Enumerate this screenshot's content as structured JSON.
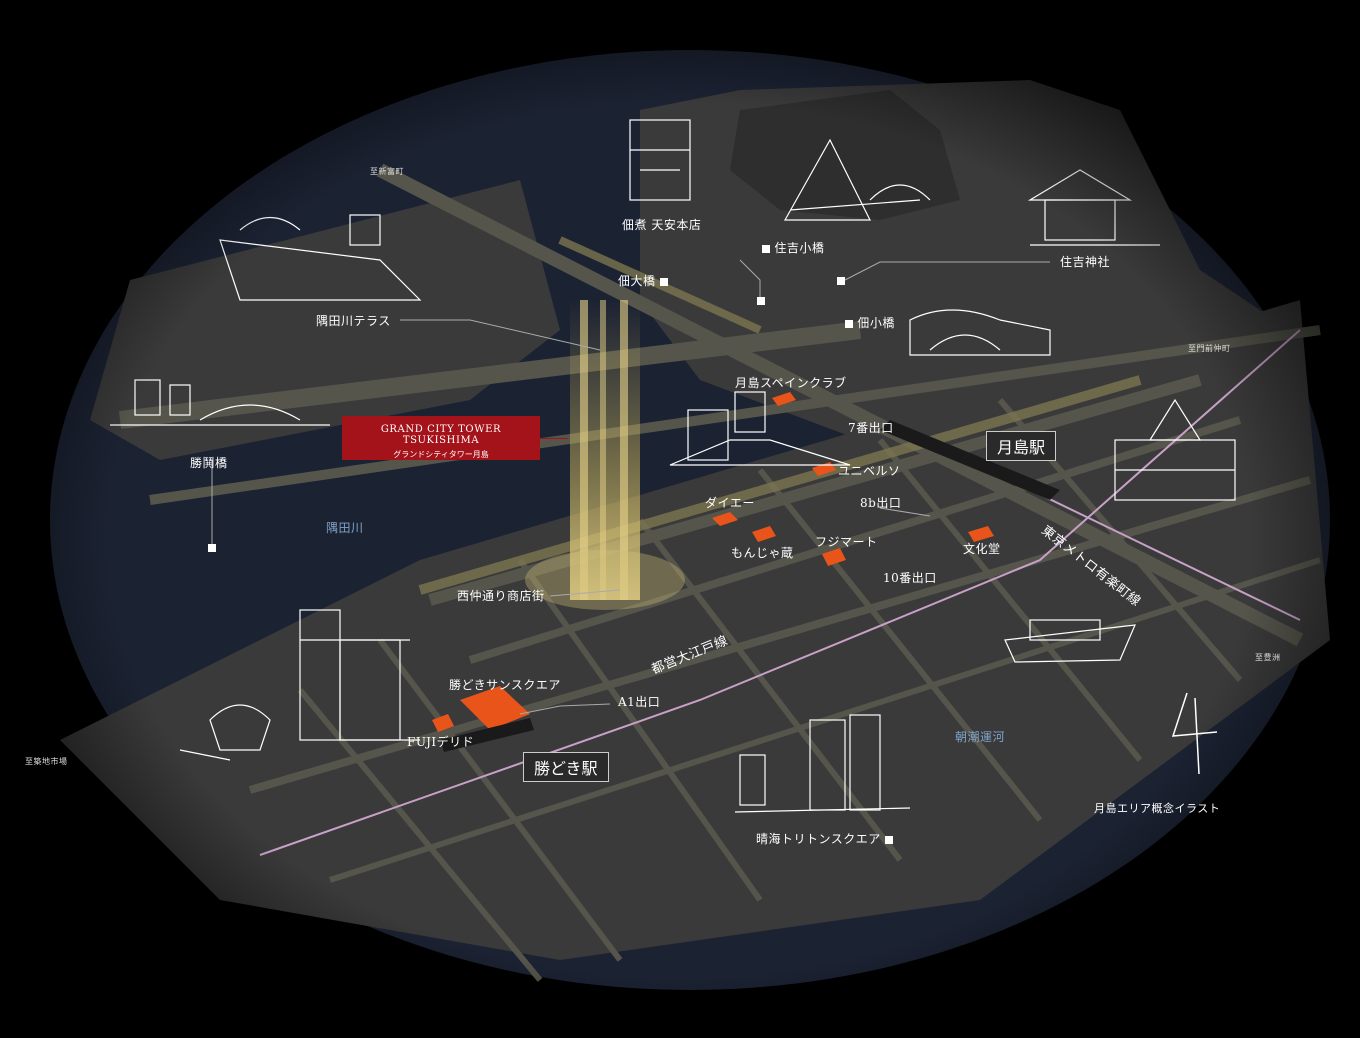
{
  "map": {
    "title_note": "月島エリア概念イラスト",
    "colors": {
      "background": "#000000",
      "land": "#3a3a3a",
      "water": "#1b2232",
      "road": "#5a5a52",
      "highlight": "#8a8458",
      "shop": "#e8541a",
      "banner": "#a4121a",
      "subway_line": "#c8a0c8"
    },
    "banner": {
      "title": "GRAND CITY TOWER TSUKISHIMA",
      "subtitle": "グランドシティタワー月島"
    },
    "stations": {
      "tsukishima": "月島駅",
      "kachidoki": "勝どき駅"
    },
    "directions": {
      "shintomicho": "至新富町",
      "monzen": "至門前仲町",
      "toyosu": "至豊洲",
      "tsukiji": "至築地市場"
    },
    "water": {
      "sumida": "隅田川",
      "asashio": "朝潮運河"
    },
    "lines": {
      "oedo": "都営大江戸線",
      "yurakucho": "東京メトロ有楽町線"
    },
    "landmarks": {
      "tenyasu": "佃煮 天安本店",
      "sumiyoshi_kobashi": "住吉小橋",
      "sumiyoshi_jinja": "住吉神社",
      "tsukudaohashi": "佃大橋",
      "tsukudakobashi": "佃小橋",
      "sumida_terrace": "隅田川テラス",
      "kachidokibashi": "勝鬨橋",
      "spain_club": "月島スペインクラブ",
      "exit7": "7番出口",
      "unibelso": "ユニベルソ",
      "daiei": "ダイエー",
      "exit8b": "8b出口",
      "monjagura": "もんじゃ蔵",
      "fujimart": "フジマート",
      "bunkado": "文化堂",
      "exit10": "10番出口",
      "nishinaka": "西仲通り商店街",
      "kachidoki_sun": "勝どきサンスクエア",
      "a1": "A1出口",
      "fuji_deli": "FUJIデリド",
      "harumi_triton": "晴海トリトンスクエア"
    },
    "icons": {
      "north": "north-arrow-icon",
      "building": "building-illustration-icon"
    }
  }
}
